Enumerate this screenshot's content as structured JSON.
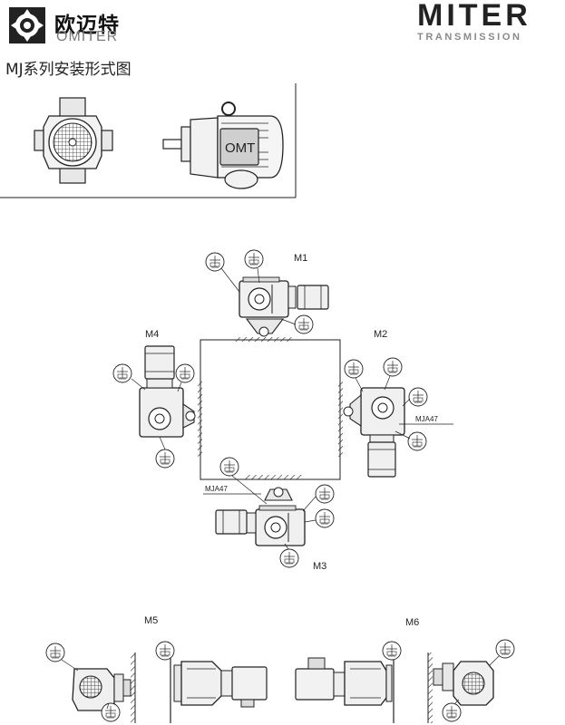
{
  "brand": {
    "name_cn": "欧迈特",
    "name_en": "OMITER"
  },
  "brand_right": {
    "name": "MITER",
    "subtitle": "TRANSMISSION"
  },
  "title": "MJ系列安装形式图",
  "motor_badge": "OMT",
  "positions": {
    "m1": "M1",
    "m2": "M2",
    "m3": "M3",
    "m4": "M4",
    "m5": "M5",
    "m6": "M6"
  },
  "callouts": {
    "mja47_right": "MJA47",
    "mja47_left": "MJA47"
  }
}
